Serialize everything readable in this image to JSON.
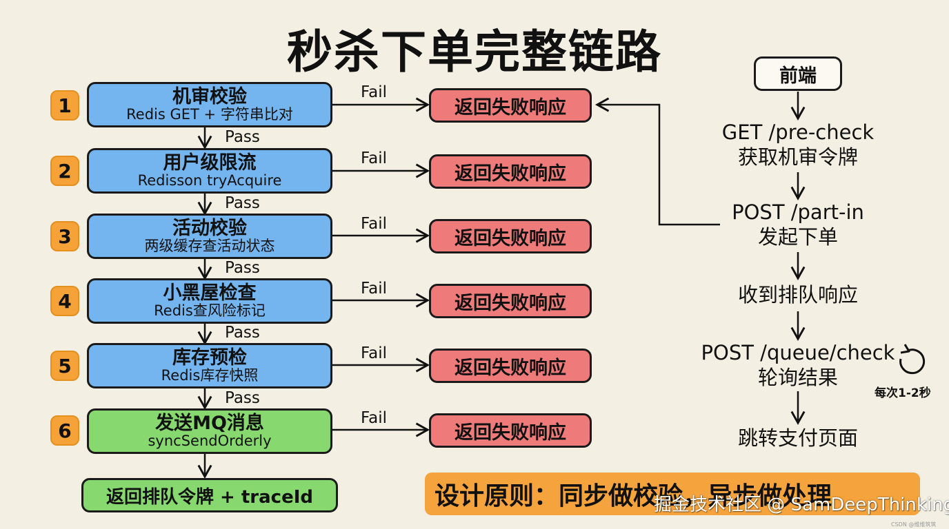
{
  "title": "秒杀下单完整链路",
  "steps": [
    {
      "num": "1",
      "title": "机审校验",
      "subtitle": "Redis GET + 字符串比对",
      "color": "#74b4ef"
    },
    {
      "num": "2",
      "title": "用户级限流",
      "subtitle": "Redisson tryAcquire",
      "color": "#74b4ef"
    },
    {
      "num": "3",
      "title": "活动校验",
      "subtitle": "两级缓存查活动状态",
      "color": "#74b4ef"
    },
    {
      "num": "4",
      "title": "小黑屋检查",
      "subtitle": "Redis查风险标记",
      "color": "#74b4ef"
    },
    {
      "num": "5",
      "title": "库存预检",
      "subtitle": "Redis库存快照",
      "color": "#74b4ef"
    },
    {
      "num": "6",
      "title": "发送MQ消息",
      "subtitle": "syncSendOrderly",
      "color": "#86d86f"
    }
  ],
  "fail_label": "Fail",
  "pass_label": "Pass",
  "fail_response": "返回失败响应",
  "final_step": "返回排队令牌 + traceId",
  "frontend": {
    "box": "前端",
    "steps": [
      {
        "line1": "GET /pre-check",
        "line2": "获取机审令牌"
      },
      {
        "line1": "POST /part-in",
        "line2": "发起下单"
      },
      {
        "line1": "收到排队响应",
        "line2": ""
      },
      {
        "line1": "POST /queue/check",
        "line2": "轮询结果"
      },
      {
        "line1": "跳转支付页面",
        "line2": ""
      }
    ],
    "poll_note": "每次1-2秒"
  },
  "principle": "设计原则：同步做校验，异步做处理",
  "watermark": "掘金技术社区 @ SamDeepThinking",
  "small_watermark": "CSDN @维维筑筑",
  "colors": {
    "step_blue": "#74b4ef",
    "step_green": "#86d86f",
    "fail_red": "#ee7a7a",
    "number_orange": "#f5a338",
    "principle_orange": "#f5a33c",
    "background": "#f3efe3"
  }
}
